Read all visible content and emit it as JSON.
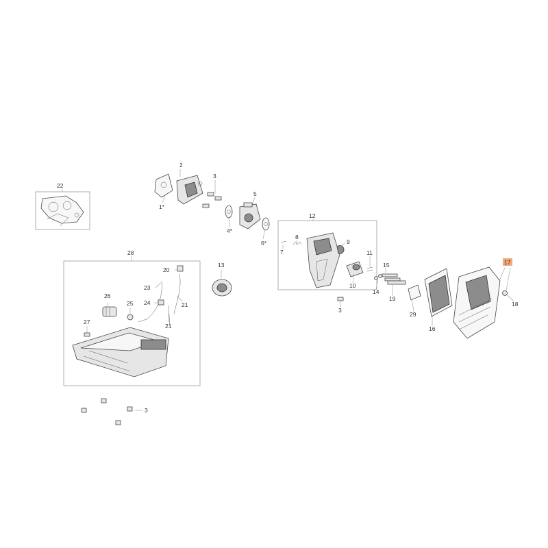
{
  "diagram": {
    "highlight_color": "#f4a97a",
    "labels": {
      "p1": "1*",
      "p2": "2",
      "p3a": "3",
      "p3b": "3",
      "p3c": "3",
      "p4": "4*",
      "p5": "5",
      "p6": "6*",
      "p7": "7",
      "p8": "8",
      "p9": "9",
      "p10": "10",
      "p11": "11",
      "p12": "12",
      "p13": "13",
      "p14": "14",
      "p15": "15",
      "p16": "16",
      "p17": "17",
      "p18": "18",
      "p19": "19",
      "p20": "20",
      "p21a": "21",
      "p21b": "21",
      "p22": "22",
      "p23": "23",
      "p24": "24",
      "p25": "25",
      "p26": "26",
      "p27": "27",
      "p28": "28",
      "p29": "29"
    }
  }
}
